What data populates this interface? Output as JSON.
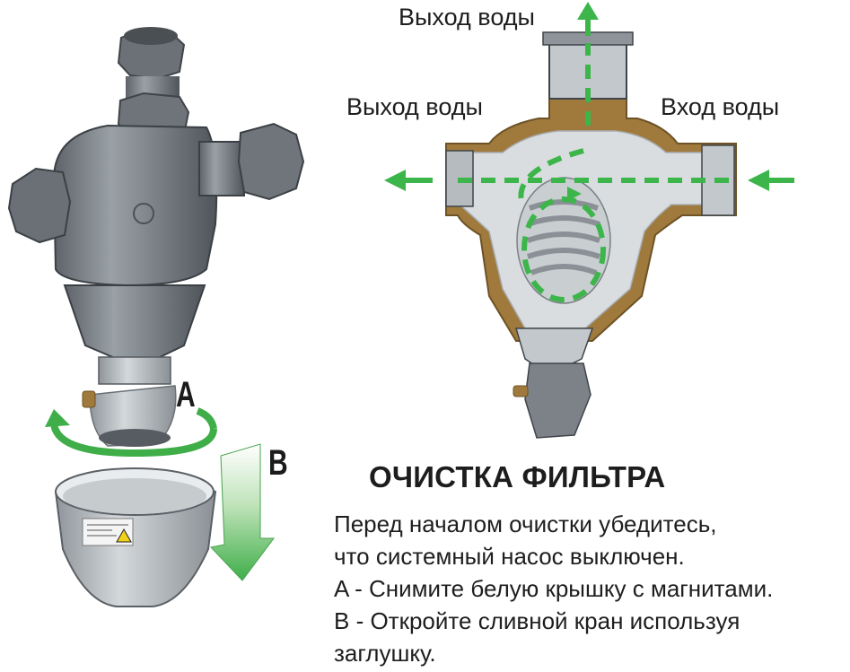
{
  "labels": {
    "outlet_top": "Выход воды",
    "outlet_left": "Выход воды",
    "inlet_right": "Вход воды",
    "step_a_marker": "A",
    "step_b_marker": "B"
  },
  "section": {
    "title": "ОЧИСТКА ФИЛЬТРА",
    "lines": [
      "Перед началом очистки убедитесь,",
      "что системный насос выключен.",
      "A - Снимите белую крышку с магнитами.",
      "B - Откройте сливной кран используя",
      "заглушку."
    ]
  },
  "colors": {
    "flow_green": "#3cb54a",
    "arrow_green": "#3fae49",
    "body_gray": "#7f858a",
    "brass": "#a07a3c",
    "cutaway_fill": "#d9dde0"
  },
  "icons": {
    "rotate": "rotate-arrow-icon",
    "down": "down-arrow-icon",
    "warning": "warning-triangle-icon"
  }
}
